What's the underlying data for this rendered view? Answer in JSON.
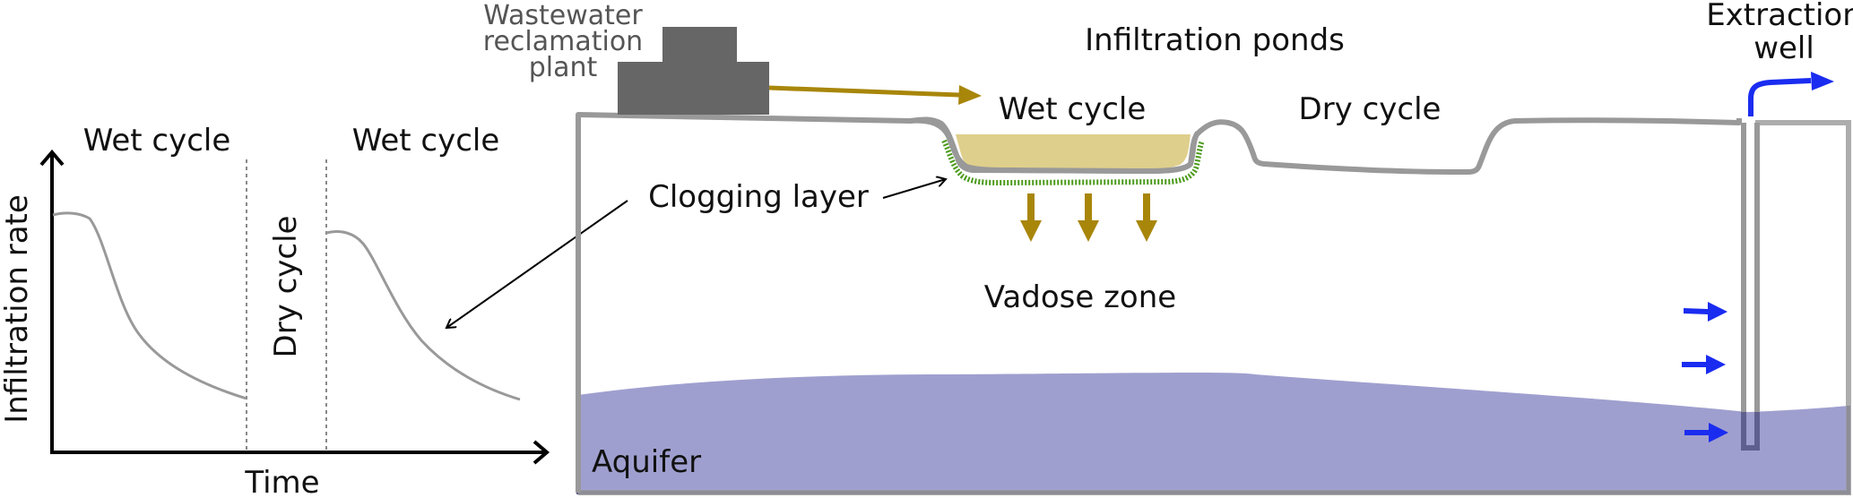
{
  "graph": {
    "y_axis_label": "Infiltration rate",
    "x_axis_label": "Time",
    "phase_labels": {
      "wet_1": "Wet cycle",
      "dry": "Dry cycle",
      "wet_2": "Wet cycle"
    }
  },
  "plant": {
    "label_lines": [
      "Wastewater",
      "reclamation",
      "plant"
    ]
  },
  "ponds": {
    "title": "Infiltration ponds",
    "wet_label": "Wet cycle",
    "dry_label": "Dry cycle"
  },
  "annotations": {
    "clogging_layer": "Clogging layer",
    "vadose_zone": "Vadose zone",
    "aquifer": "Aquifer"
  },
  "well": {
    "label_lines": [
      "Extraction",
      "well"
    ]
  },
  "colors": {
    "ground_outline": "#999999",
    "plant": "#666666",
    "flow_arrow": "#a8860a",
    "pond_water": "#dfcf8c",
    "clogging": "#4a9a1a",
    "aquifer": "#9f9fcf",
    "aquifer_edge": "#5f5f8f",
    "extraction_arrow": "#1a2cf0",
    "curve": "#999999"
  }
}
